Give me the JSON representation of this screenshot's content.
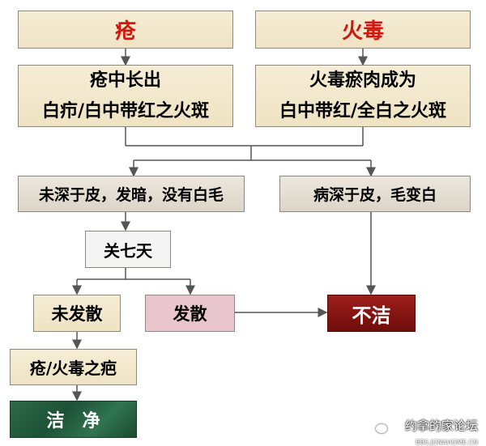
{
  "boxes": {
    "pustule_title": "疮",
    "fire_poison_title": "火毒",
    "pustule_desc_line1": "疮中长出",
    "pustule_desc_line2": "白疖/白中带红之火斑",
    "fire_desc_line1": "火毒瘀肉成为",
    "fire_desc_line2": "白中带红/全白之火斑",
    "not_deep": "未深于皮，发暗，没有白毛",
    "deep": "病深于皮，毛变白",
    "seven_days": "关七天",
    "not_dispersed": "未发散",
    "dispersed": "发散",
    "unclean": "不洁",
    "scar": "疮/火毒之疤",
    "clean": "洁　净"
  },
  "watermark": {
    "text": "约拿的家论坛",
    "url": "BBS.JONAHOME.CN"
  },
  "colors": {
    "title_red": "#d0180f",
    "cream": "#f3e8cc",
    "beige": "#e4ded3",
    "pink": "#e9c6cd",
    "dark_red": "#8a1513",
    "green": "#245c3e",
    "connector": "#555555"
  }
}
